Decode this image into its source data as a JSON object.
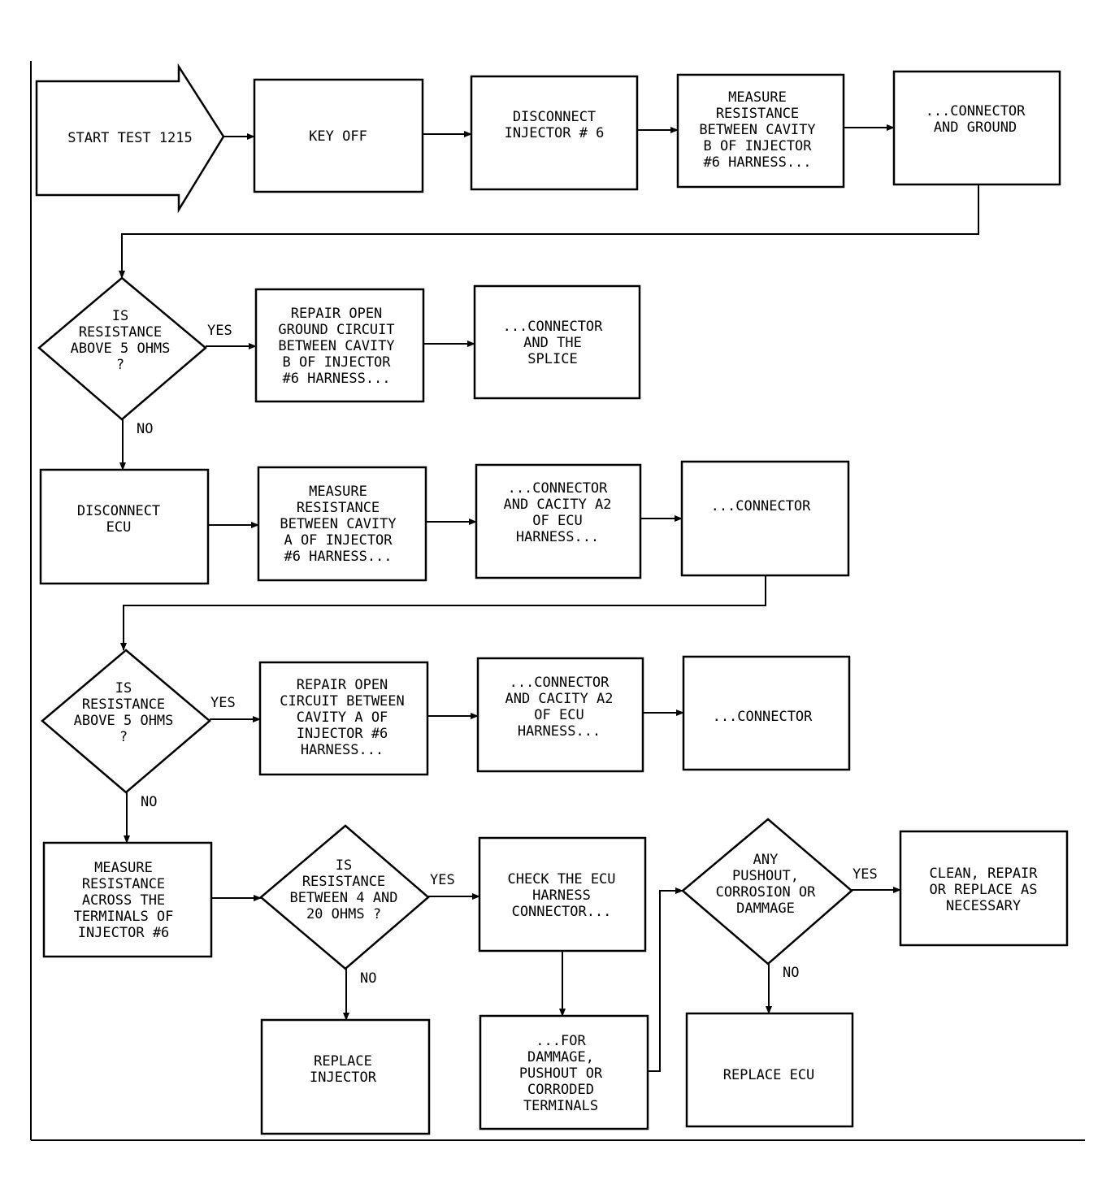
{
  "nodes": {
    "start": [
      "START TEST 1215"
    ],
    "key_off": [
      "KEY OFF"
    ],
    "disconnect_inj6": [
      "DISCONNECT",
      "INJECTOR # 6"
    ],
    "measure_b": [
      "MEASURE",
      "RESISTANCE",
      "BETWEEN CAVITY",
      "B OF INJECTOR",
      "#6 HARNESS..."
    ],
    "conn_ground": [
      "...CONNECTOR",
      "AND GROUND"
    ],
    "dec1": [
      "IS",
      "RESISTANCE",
      "ABOVE 5 OHMS",
      "?"
    ],
    "repair_ground": [
      "REPAIR OPEN",
      "GROUND CIRCUIT",
      "BETWEEN CAVITY",
      "B OF INJECTOR",
      "#6 HARNESS..."
    ],
    "conn_splice": [
      "...CONNECTOR",
      "AND THE",
      "SPLICE"
    ],
    "disconnect_ecu": [
      "DISCONNECT",
      "ECU"
    ],
    "measure_a": [
      "MEASURE",
      "RESISTANCE",
      "BETWEEN CAVITY",
      "A OF INJECTOR",
      "#6 HARNESS..."
    ],
    "conn_a2_1": [
      "...CONNECTOR",
      "AND CACITY A2",
      "OF ECU",
      "HARNESS..."
    ],
    "conn_1": [
      "...CONNECTOR"
    ],
    "dec2": [
      "IS",
      "RESISTANCE",
      "ABOVE 5 OHMS",
      "?"
    ],
    "repair_open": [
      "REPAIR OPEN",
      "CIRCUIT BETWEEN",
      "CAVITY A OF",
      "INJECTOR #6",
      "HARNESS..."
    ],
    "conn_a2_2": [
      "...CONNECTOR",
      "AND CACITY A2",
      "OF ECU",
      "HARNESS..."
    ],
    "conn_2": [
      "...CONNECTOR"
    ],
    "measure_terminals": [
      "MEASURE",
      "RESISTANCE",
      "ACROSS THE",
      "TERMINALS OF",
      "INJECTOR #6"
    ],
    "dec3": [
      "IS",
      "RESISTANCE",
      "BETWEEN 4 AND",
      "20 OHMS ?"
    ],
    "check_ecu": [
      "CHECK THE ECU",
      "HARNESS",
      "CONNECTOR..."
    ],
    "dec4": [
      "ANY",
      "PUSHOUT,",
      "CORROSION OR",
      "DAMMAGE"
    ],
    "clean_repair": [
      "CLEAN, REPAIR",
      "OR REPLACE AS",
      "NECESSARY"
    ],
    "replace_injector": [
      "REPLACE",
      "INJECTOR"
    ],
    "for_damage": [
      "...FOR",
      "DAMMAGE,",
      "PUSHOUT OR",
      "CORRODED",
      "TERMINALS"
    ],
    "replace_ecu": [
      "REPLACE ECU"
    ]
  },
  "labels": {
    "yes": "YES",
    "no": "NO"
  }
}
